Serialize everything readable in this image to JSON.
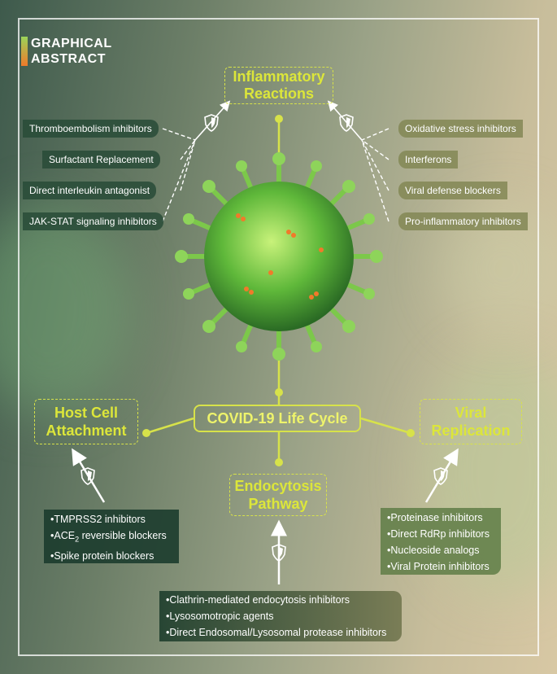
{
  "logo": {
    "line1": "GRAPHICAL",
    "line2": "ABSTRACT"
  },
  "titles": {
    "inflammatory": "Inflammatory\nReactions",
    "host": "Host Cell\nAttachment",
    "viral": "Viral\nReplication",
    "endocytosis": "Endocytosis\nPathway",
    "lifecycle": "COVID-19 Life Cycle"
  },
  "left_pills": [
    "Thromboembolism inhibitors",
    "Surfactant Replacement",
    "Direct interleukin antagonist",
    "JAK-STAT signaling inhibitors"
  ],
  "right_pills": [
    "Oxidative stress inhibitors",
    "Interferons",
    "Viral defense blockers",
    "Pro-inflammatory inhibitors"
  ],
  "host_box": {
    "l1": "•TMPRSS2 inhibitors",
    "l2_pre": "•ACE",
    "l2_sub": "2",
    "l2_post": " reversible blockers",
    "l3": "•Spike protein blockers"
  },
  "viral_box": [
    "•Proteinase inhibitors",
    "•Direct RdRp inhibitors",
    "•Nucleoside analogs",
    "•Viral Protein inhibitors"
  ],
  "endo_box": [
    "•Clathrin-mediated endocytosis inhibitors",
    "•Lysosomotropic agents",
    "•Direct Endosomal/Lysosomal protease inhibitors"
  ],
  "colors": {
    "accent": "#d7e24a",
    "dark": "#2c4a38",
    "olive": "#848656"
  }
}
